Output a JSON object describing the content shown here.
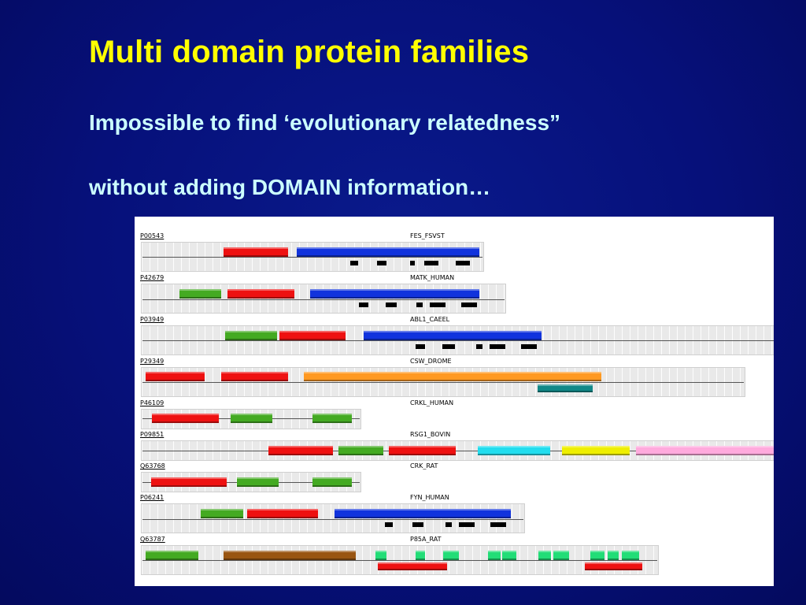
{
  "title": "Multi domain protein families",
  "subtitle_line1": "Impossible to find ‘evolutionary relatedness”",
  "subtitle_line2": "without adding DOMAIN information…",
  "domain_colors": {
    "red": "#ee1111",
    "blue": "#1133dd",
    "green": "#44aa22",
    "orange": "#ff9922",
    "teal": "#118888",
    "cyan": "#22ddee",
    "yellow": "#eeee00",
    "pink": "#ffaadd",
    "brown": "#995511",
    "bright-green": "#22dd77"
  },
  "proteins": [
    {
      "accession": "P00543",
      "name": "FES_FSVST"
    },
    {
      "accession": "P42679",
      "name": "MATK_HUMAN"
    },
    {
      "accession": "P03949",
      "name": "ABL1_CAEEL"
    },
    {
      "accession": "P29349",
      "name": "CSW_DROME"
    },
    {
      "accession": "P46109",
      "name": "CRKL_HUMAN"
    },
    {
      "accession": "P09851",
      "name": "RSG1_BOVIN"
    },
    {
      "accession": "Q63768",
      "name": "CRK_RAT"
    },
    {
      "accession": "P06241",
      "name": "FYN_HUMAN"
    },
    {
      "accession": "Q63787",
      "name": "P85A_RAT"
    }
  ]
}
